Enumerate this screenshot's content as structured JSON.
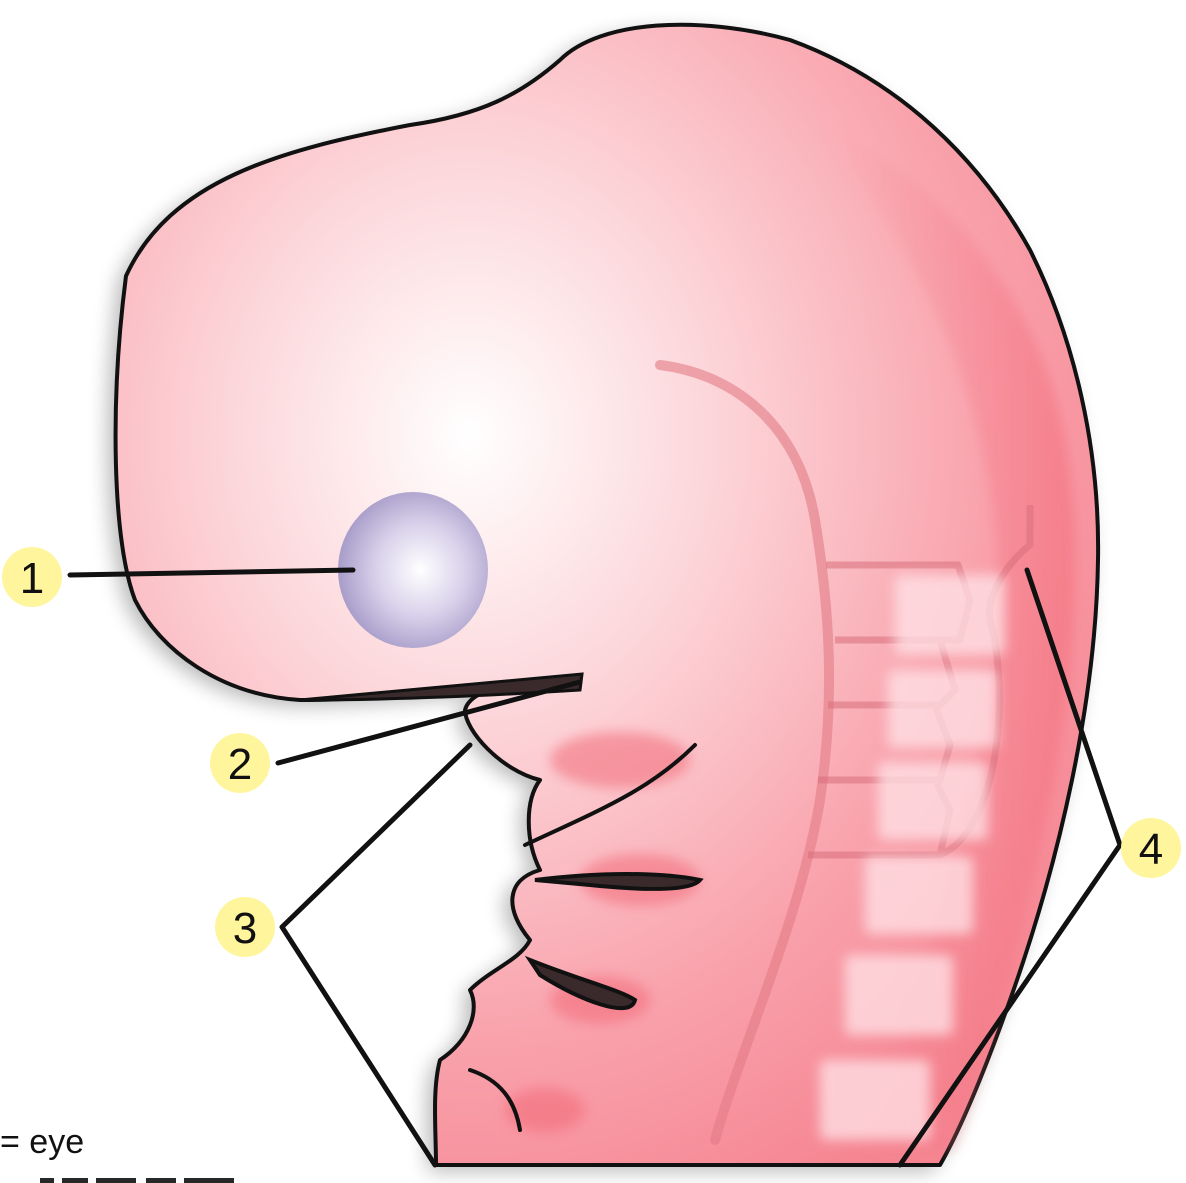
{
  "figure": {
    "callouts": [
      {
        "id": "1",
        "label": "1"
      },
      {
        "id": "2",
        "label": "2"
      },
      {
        "id": "3",
        "label": "3"
      },
      {
        "id": "4",
        "label": "4"
      }
    ],
    "legend_lines": [
      "= eye"
    ],
    "colors": {
      "embryo_fill": "#f9a3ad",
      "embryo_highlight": "#ffffff",
      "embryo_deep": "#f26a78",
      "eye_fill": "#b3a6d0",
      "callout_fill": "#fff59d",
      "outline": "#111111"
    }
  }
}
